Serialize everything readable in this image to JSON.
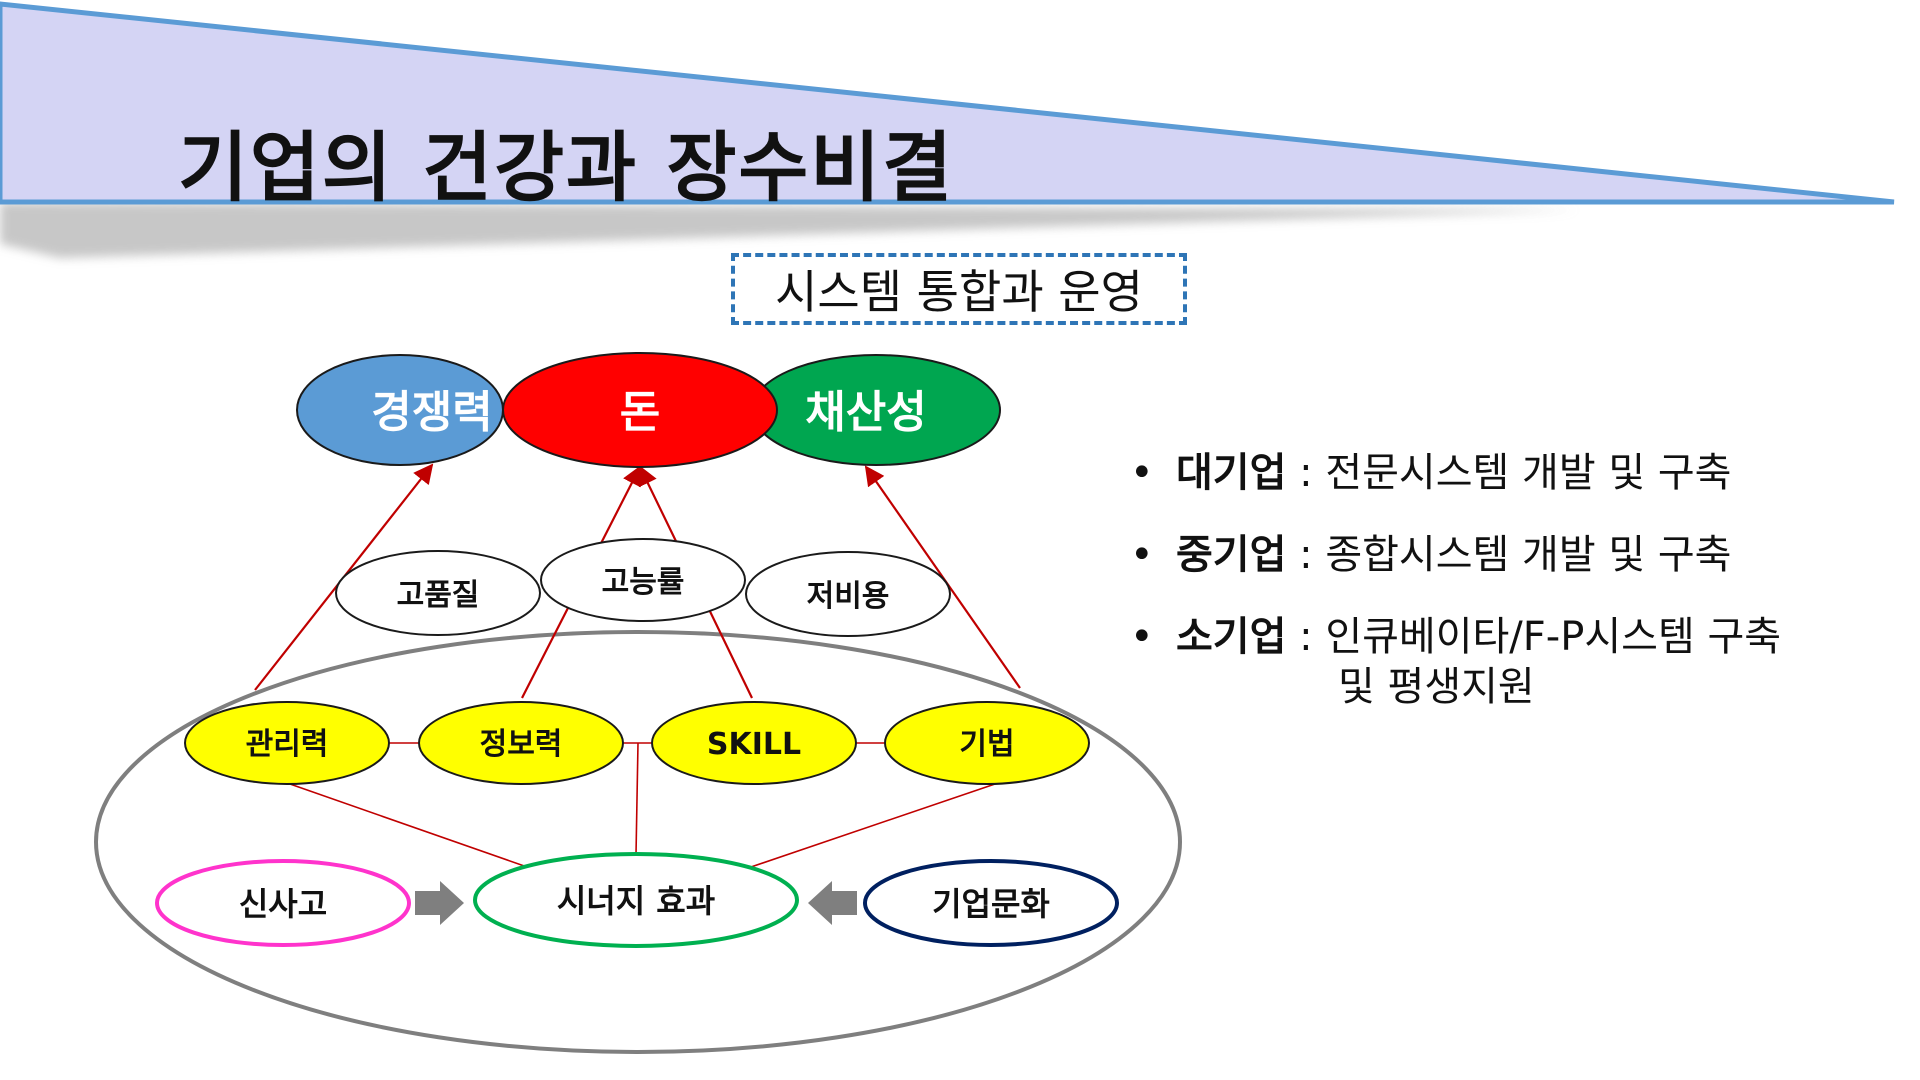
{
  "title": "기업의 건강과 장수비결",
  "subtitle": "시스템 통합과 운영",
  "diagram": {
    "top": [
      "경쟁력",
      "돈",
      "채산성"
    ],
    "middle": [
      "고품질",
      "고능률",
      "저비용"
    ],
    "capabilities": [
      "관리력",
      "정보력",
      "SKILL",
      "기법"
    ],
    "bottom": [
      "신사고",
      "시너지 효과",
      "기업문화"
    ]
  },
  "bullets": [
    {
      "term": "대기업",
      "text": " : 전문시스템 개발 및 구축",
      "cont": ""
    },
    {
      "term": "중기업",
      "text": " : 종합시스템 개발 및 구축",
      "cont": ""
    },
    {
      "term": "소기업",
      "text": " : 인큐베이타/F-P시스템 구축",
      "cont": "및 평생지원"
    }
  ],
  "colors": {
    "header_fill": "#d4d4f4",
    "header_line": "#5b9bd5",
    "competitiveness": "#5b9bd5",
    "money": "#ff0000",
    "profitability": "#00a650",
    "capability": "#ffff00",
    "connector": "#c00000",
    "new_thinking": "#ff33cc",
    "synergy": "#00b050",
    "culture": "#002060"
  }
}
